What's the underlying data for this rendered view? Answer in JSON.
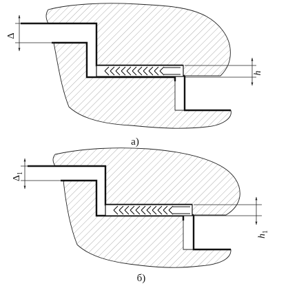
{
  "figure_a": {
    "caption": "а)",
    "dim_left": "Δ",
    "dim_right": "h"
  },
  "figure_b": {
    "caption": "б)",
    "dim_left": "Δ",
    "dim_left_sub": "1",
    "dim_right": "h",
    "dim_right_sub": "1"
  }
}
